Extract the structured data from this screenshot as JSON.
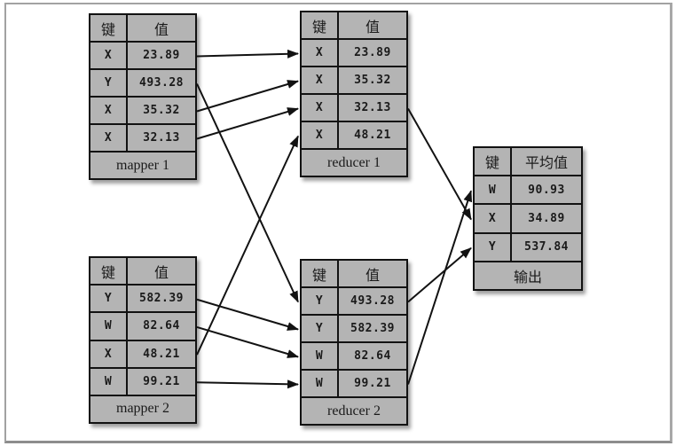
{
  "diagram": {
    "title": "mapreduce-key-value-flow",
    "column_headers": {
      "key": "键",
      "value": "值",
      "average_value": "平均值"
    },
    "tables": {
      "mapper1": {
        "label": "mapper 1",
        "key_header": "键",
        "value_header": "值",
        "rows": [
          {
            "key": "X",
            "value": "23.89"
          },
          {
            "key": "Y",
            "value": "493.28"
          },
          {
            "key": "X",
            "value": "35.32"
          },
          {
            "key": "X",
            "value": "32.13"
          }
        ]
      },
      "reducer1": {
        "label": "reducer 1",
        "key_header": "键",
        "value_header": "值",
        "rows": [
          {
            "key": "X",
            "value": "23.89"
          },
          {
            "key": "X",
            "value": "35.32"
          },
          {
            "key": "X",
            "value": "32.13"
          },
          {
            "key": "X",
            "value": "48.21"
          }
        ]
      },
      "mapper2": {
        "label": "mapper 2",
        "key_header": "键",
        "value_header": "值",
        "rows": [
          {
            "key": "Y",
            "value": "582.39"
          },
          {
            "key": "W",
            "value": "82.64"
          },
          {
            "key": "X",
            "value": "48.21"
          },
          {
            "key": "W",
            "value": "99.21"
          }
        ]
      },
      "reducer2": {
        "label": "reducer 2",
        "key_header": "键",
        "value_header": "值",
        "rows": [
          {
            "key": "Y",
            "value": "493.28"
          },
          {
            "key": "Y",
            "value": "582.39"
          },
          {
            "key": "W",
            "value": "82.64"
          },
          {
            "key": "W",
            "value": "99.21"
          }
        ]
      },
      "output": {
        "label": "输出",
        "key_header": "键",
        "value_header": "平均值",
        "rows": [
          {
            "key": "W",
            "value": "90.93"
          },
          {
            "key": "X",
            "value": "34.89"
          },
          {
            "key": "Y",
            "value": "537.84"
          }
        ]
      }
    },
    "edges": [
      {
        "from": "mapper1:0",
        "to": "reducer1:0"
      },
      {
        "from": "mapper1:1",
        "to": "reducer2:0"
      },
      {
        "from": "mapper1:2",
        "to": "reducer1:1"
      },
      {
        "from": "mapper1:3",
        "to": "reducer1:2"
      },
      {
        "from": "mapper2:0",
        "to": "reducer2:1"
      },
      {
        "from": "mapper2:1",
        "to": "reducer2:2"
      },
      {
        "from": "mapper2:2",
        "to": "reducer1:3"
      },
      {
        "from": "mapper2:3",
        "to": "reducer2:3"
      },
      {
        "from": "reducer1:2",
        "to": "output:1"
      },
      {
        "from": "reducer2:0",
        "to": "output:2"
      },
      {
        "from": "reducer2:3",
        "to": "output:0"
      }
    ],
    "colors": {
      "table_fill": "#b4b4b4",
      "table_border": "#121212",
      "arrow": "#121212",
      "frame_border": "#a2a2a2",
      "background": "#ffffff"
    }
  }
}
